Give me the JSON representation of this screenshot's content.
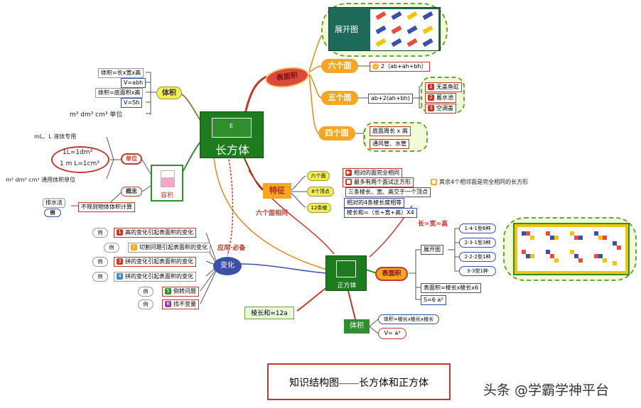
{
  "center": {
    "label": "长方体",
    "face_letter": "E"
  },
  "cube": {
    "label": "正方体"
  },
  "surface_area": {
    "branch_label": "表面积",
    "unfold_label": "展开图",
    "six_faces": {
      "label": "六个面",
      "formula": "2（ab+ah+bh）"
    },
    "five_faces": {
      "label": "五个面",
      "formula": "ab+2(ah+bh)",
      "examples": [
        "无盖鱼缸",
        "蓄水池",
        "空调盖"
      ]
    },
    "four_faces": {
      "label": "四个面",
      "items": [
        "底面周长 x 高",
        "通风管、水管"
      ]
    }
  },
  "volume": {
    "label": "体积",
    "formulas": [
      "体积=长x宽x高",
      "V=abh",
      "体积=底面积x高",
      "V=Sh"
    ],
    "units": "m³   dm³   cm³  单位"
  },
  "capacity": {
    "label": "容积",
    "unit_label": "单位",
    "liquid_units": "mL、L   液体专用",
    "conversions": [
      "1L=1dm³",
      "1 m L=1cm³"
    ],
    "shared_units": "m³   dm³   cm³   通用体积单位",
    "concept_label": "概念",
    "drain_label": "排水法",
    "example_label": "例",
    "irregular": "不规则物体体积计算"
  },
  "features": {
    "label": "特征",
    "faces_label": "六个面",
    "faces_items": [
      "相对的面完全相同",
      "最多有两个面试正方形"
    ],
    "faces_extra": "其余4个相邻面是完全相同的长方形",
    "vertices_label": "8个顶点",
    "vertices_item": "三条棱长、宽、高交于一个顶点",
    "edges_label": "12条棱",
    "edges_items": [
      "相对的4条棱长度相等",
      "棱长和=（长+宽+高）X4"
    ]
  },
  "connectors": {
    "six_faces_same": "六个面相同",
    "apply": "应用·必备",
    "lwh_equal": "长=宽=高"
  },
  "change": {
    "label": "变化",
    "example_label": "例",
    "items": [
      "高的变化引起表面积的变化",
      "切割问题引起表面积的变化",
      "拼的变化引起表面积的变化",
      "拼的变化引起表面积的变化",
      "倒转问题",
      "找不变量"
    ]
  },
  "cube_surface": {
    "label": "表面积",
    "unfold_label": "展开图",
    "types": [
      "1-4-1型6种",
      "2-3-1型3种",
      "2-2-2型1种",
      "3-3型1种"
    ],
    "formula1": "表面积=棱长x棱长x6",
    "formula2": "S=6  a²"
  },
  "cube_edges": "棱长和=12a",
  "cube_volume": {
    "label": "体积",
    "formula1": "体积=棱长x棱长x棱长",
    "formula2": "V=  a³"
  },
  "title_box": "知识结构图——长方体和正方体",
  "watermark": "头条 @学霸学神平台"
}
